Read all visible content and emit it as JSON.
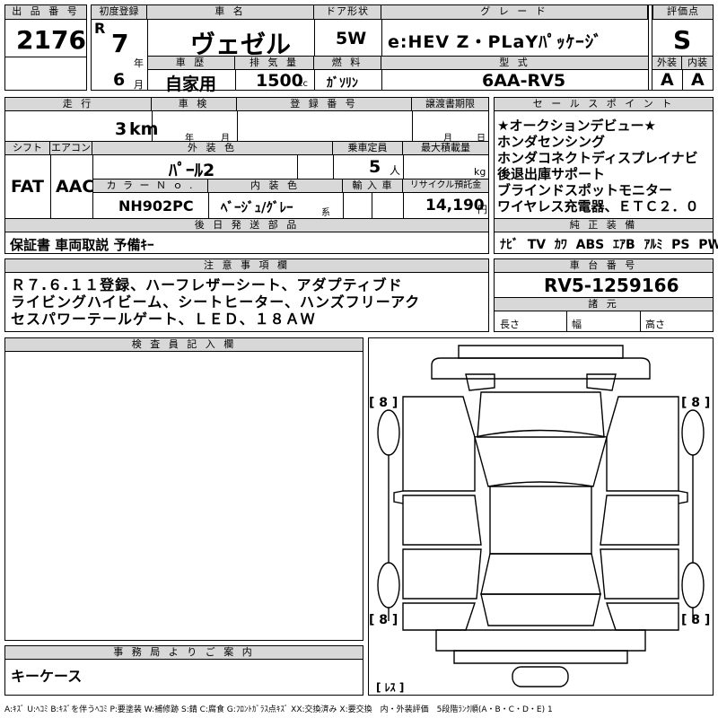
{
  "header": {
    "lot_label": "出 品 番 号",
    "lot_value": "2176",
    "first_reg_label": "初度登録",
    "era": "R",
    "year": "7",
    "year_unit": "年",
    "month": "6",
    "month_unit": "月",
    "name_label": "車 名",
    "name_value": "ヴェゼル",
    "door_label": "ドア形状",
    "door_value": "5W",
    "grade_label": "グ レ ー ド",
    "grade_value": "e:HEV Z・PLaYﾊﾟｯｹｰｼﾞ",
    "score_label": "評価点",
    "score_value": "S",
    "history_label": "車 歴",
    "history_value": "自家用",
    "disp_label": "排 気 量",
    "disp_value": "1500",
    "disp_unit": "cc",
    "fuel_label": "燃 料",
    "fuel_value": "ｶﾞｿﾘﾝ",
    "model_label": "型 式",
    "model_value": "6AA-RV5",
    "ext_label": "外装",
    "ext_value": "A",
    "int_label": "内装",
    "int_value": "A"
  },
  "row2": {
    "mileage_label": "走 行",
    "mileage_value": "3",
    "mileage_unit": "km",
    "inspection_label": "車 検",
    "insp_year": "年",
    "insp_month": "月",
    "regno_label": "登 録 番 号",
    "transfer_label": "譲渡書期限",
    "transfer_month": "月",
    "transfer_day": "日",
    "shift_label": "シフト",
    "shift_value": "FAT",
    "ac_label": "エアコン",
    "ac_value": "AAC",
    "color_label": "外 装 色",
    "color_value": "ﾊﾟｰﾙ2",
    "capacity_label": "乗車定員",
    "capacity_value": "5",
    "capacity_unit": "人",
    "load_label": "最大積載量",
    "load_unit": "kg",
    "color_no_label": "カ ラ ー Ｎ ｏ .",
    "color_no_value": "NH902PC",
    "interior_label": "内 装 色",
    "interior_value": "ﾍﾞｰｼﾞｭ/ｸﾞﾚｰ",
    "interior_suffix": "系",
    "import_label": "輸 入 車",
    "recycle_label": "リサイクル預託金",
    "recycle_value": "14,190",
    "recycle_unit": "円",
    "shipping_label": "後 日 発 送 部 品",
    "shipping_value": "保証書 車両取説 予備ｷｰ"
  },
  "selling_points": {
    "label": "セ ー ル ス ポ イ ン ト",
    "items": [
      "★オークションデビュー★",
      "ホンダセンシング",
      "ホンダコネクトディスプレイナビ",
      "後退出庫サポート",
      "ブラインドスポットモニター",
      "ワイヤレス充電器、ＥＴＣ２．０"
    ]
  },
  "equipment": {
    "label": "純 正 装 備",
    "items": [
      "ﾅﾋﾞ",
      "TV",
      "ｶﾜ",
      "ABS",
      "ｴｱB",
      "ｱﾙﾐ",
      "PS",
      "PW"
    ]
  },
  "notes": {
    "label": "注 意 事 項 欄",
    "lines": [
      "Ｒ７.６.１１登録、ハーフレザーシート、アダプティブド",
      "ライビングハイビーム、シートヒーター、ハンズフリーアク",
      "セスパワーテールゲート、ＬＥＤ、１８ＡＷ"
    ]
  },
  "chassis": {
    "label": "車 台 番 号",
    "value": "RV5-1259166",
    "dims_label": "諸 元",
    "length": "長さ",
    "width": "幅",
    "height": "高さ"
  },
  "inspector": {
    "label": "検 査 員 記 入 欄"
  },
  "diagram": {
    "tire_fl": "[ 8 ]",
    "tire_fr": "[ 8 ]",
    "tire_rl": "[ 8 ]",
    "tire_rr": "[ 8 ]",
    "spare": "[ ﾚｽ ]"
  },
  "office": {
    "label": "事 務 局 よ り ご 案 内",
    "value": "キーケース"
  },
  "legend": "A:ｷｽﾞ U:ﾍｺﾐ B:ｷｽﾞを伴うﾍｺﾐ P:要塗装 W:補修跡 S:錆 C:腐食 G:ﾌﾛﾝﾄｶﾞﾗｽ点ｷｽﾞ XX:交換済み X:要交換　内・外装評価　5段階ﾗﾝｸ順(A・B・C・D・E) 1"
}
